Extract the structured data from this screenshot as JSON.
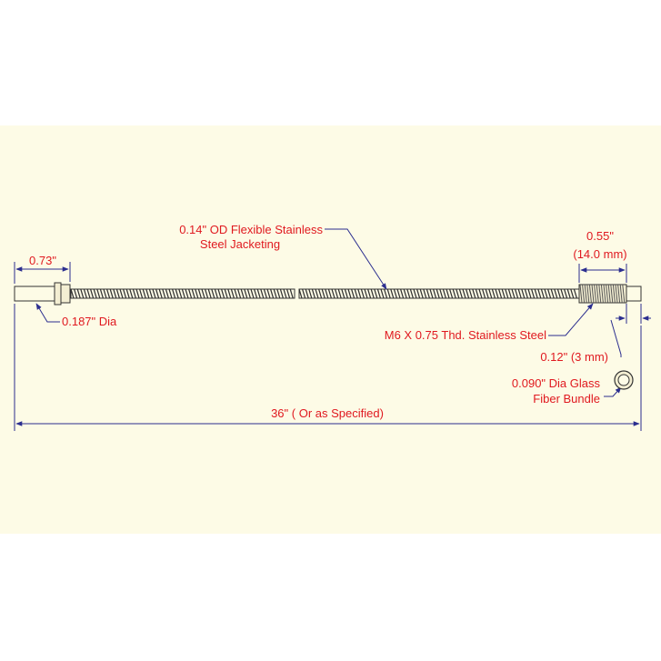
{
  "drawing": {
    "background": "#fdfbe6",
    "dimension_color": "#2b2e8f",
    "label_color": "#e0191f",
    "labels": {
      "ferrule_length": "0.73\"",
      "ferrule_dia": "0.187\" Dia",
      "jacket_line1": "0.14\" OD Flexible Stainless",
      "jacket_line2": "Steel Jacketing",
      "thread_length_line1": "0.55\"",
      "thread_length_line2": "(14.0 mm)",
      "thread_spec": "M6 X 0.75 Thd. Stainless Steel",
      "tip_length": "0.12\" (3 mm)",
      "bundle_line1": "0.090\" Dia Glass",
      "bundle_line2": "Fiber Bundle",
      "overall_length": "36\" ( Or as Specified)"
    }
  }
}
